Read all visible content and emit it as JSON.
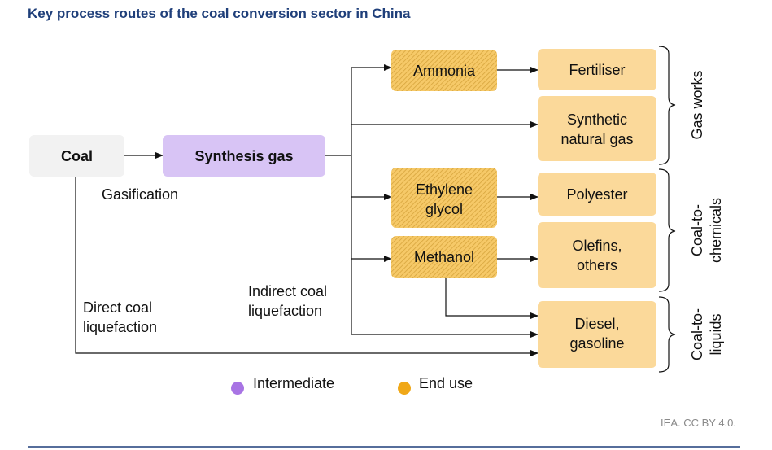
{
  "title": "Key process routes of the coal conversion sector in China",
  "nodes": {
    "coal": "Coal",
    "synthesis_gas": "Synthesis gas",
    "ammonia": "Ammonia",
    "ethylene_glycol": [
      "Ethylene",
      "glycol"
    ],
    "methanol": "Methanol",
    "fertiliser": "Fertiliser",
    "synthetic_natural_gas": [
      "Synthetic",
      "natural gas"
    ],
    "polyester": "Polyester",
    "olefins_others": [
      "Olefins,",
      "others"
    ],
    "diesel_gasoline": [
      "Diesel,",
      "gasoline"
    ]
  },
  "edge_labels": {
    "gasification": "Gasification",
    "direct_coal_liquefaction": [
      "Direct coal",
      "liquefaction"
    ],
    "indirect_coal_liquefaction": [
      "Indirect coal",
      "liquefaction"
    ]
  },
  "groups": {
    "gas_works": [
      "Gas works"
    ],
    "coal_to_chemicals": [
      "Coal-to-",
      "chemicals"
    ],
    "coal_to_liquids": [
      "Coal-to-",
      "liquids"
    ]
  },
  "legend": {
    "intermediate": {
      "label": "Intermediate",
      "color": "#a874e4"
    },
    "end_use": {
      "label": "End use",
      "color": "#f0a818"
    }
  },
  "colors": {
    "source_fill": "#f2f2f2",
    "synthesis_gas_fill": "#d8c4f5",
    "end_product_fill": "#fbd99a",
    "hatched_fill": "#f6c968",
    "hatch_stroke": "#d6a43c",
    "title": "#1f3f7a"
  },
  "credit": "IEA. CC BY 4.0."
}
